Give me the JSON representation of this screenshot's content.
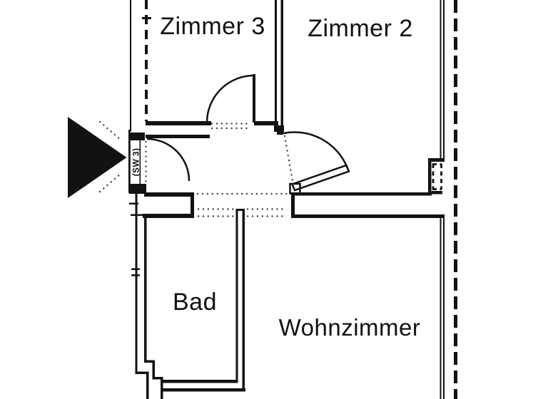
{
  "document": {
    "type": "floor-plan",
    "language": "de"
  },
  "rooms": {
    "zimmer3": {
      "label": "Zimmer 3"
    },
    "zimmer2": {
      "label": "Zimmer 2"
    },
    "bad": {
      "label": "Bad"
    },
    "wohnzimmer": {
      "label": "Wohnzimmer"
    }
  },
  "entrance": {
    "label": "(SW 3)",
    "arrow_icon": "right-pointing-solid-triangle"
  },
  "colors": {
    "ink": "#121212",
    "background": "#ffffff",
    "dots": "#454545"
  }
}
